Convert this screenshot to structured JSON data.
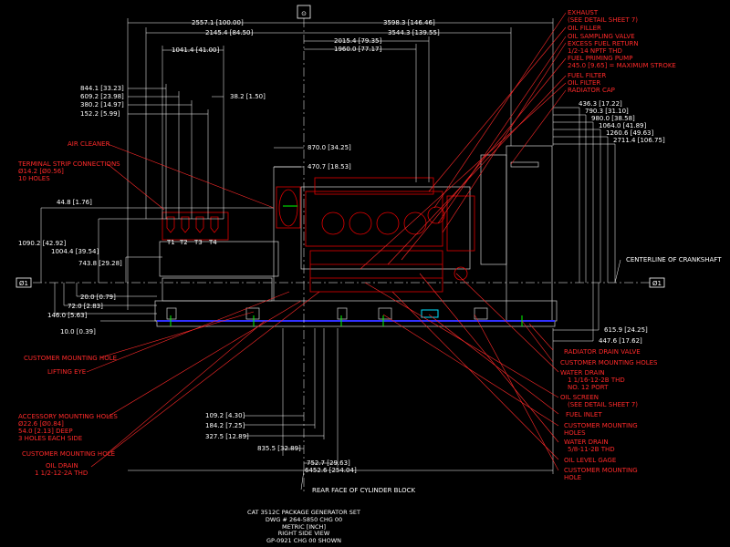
{
  "colors": {
    "background": "#000000",
    "dimension": "#ffffff",
    "callout": "#ff2a2a",
    "engine": "#e00000",
    "outline": "#d0d0d0",
    "baseline": "#3030ff",
    "accent_green": "#00ff00",
    "accent_cyan": "#00e0ff"
  },
  "axis_markers": {
    "top": "⊙",
    "left": "Ø1",
    "right": "Ø1"
  },
  "top_dims": {
    "d1": "2557.1 [100.00]",
    "d2": "3598.3 [146.46]",
    "d3": "2145.4 [84.50]",
    "d4": "3544.3 [139.55]",
    "d5": "2015.4 [79.35]",
    "d6": "1960.0 [77.17]",
    "d7": "1041.4 [41.00]"
  },
  "left_small_dims": {
    "d1": "844.1 [33.23]",
    "d2": "609.2 [23.98]",
    "d3": "380.2 [14.97]",
    "d4": "152.2 [5.99]",
    "d5": "38.2 [1.50]"
  },
  "mid_dims": {
    "d1": "870.0 [34.25]",
    "d2": "470.7 [18.53]"
  },
  "left_vert_dims": {
    "d1": "44.8 [1.76]",
    "d2": "1090.2 [42.92]",
    "d3": "1004.4 [39.54]",
    "d4": "743.8 [29.28]",
    "d5": "20.0 [0.79]",
    "d6": "72.0 [2.83]",
    "d7": "146.0 [5.63]",
    "d8": "10.0 [0.39]"
  },
  "right_vert_dims": {
    "d1": "436.3 [17.22]",
    "d2": "790.3 [31.10]",
    "d3": "980.0 [38.58]",
    "d4": "1064.0 [41.89]",
    "d5": "1260.6 [49.63]",
    "d6": "2711.4 [106.75]",
    "d7": "615.9 [24.25]",
    "d8": "447.6 [17.62]"
  },
  "bottom_dims": {
    "d1": "109.2 [4.30]",
    "d2": "184.2 [7.25]",
    "d3": "327.5 [12.89]",
    "d4": "835.5 [32.89]",
    "d5": "752.7 [29.63]",
    "d6": "6452.6 [254.04]"
  },
  "terminals": [
    "T1",
    "T2",
    "T3",
    "T4"
  ],
  "left_callouts": {
    "air_cleaner": "AIR CLEANER",
    "terminal_1": "TERMINAL STRIP CONNECTIONS",
    "terminal_2": "Ø14.2 [Ø0.56]",
    "terminal_3": "10 HOLES",
    "mounting_hole_1": "CUSTOMER MOUNTING HOLE",
    "lifting_eye": "LIFTING EYE",
    "accessory_1": "ACCESSORY MOUNTING HOLES",
    "accessory_2": "Ø22.6 [Ø0.84]",
    "accessory_3": "54.0 [2.13] DEEP",
    "accessory_4": "3 HOLES EACH SIDE",
    "mounting_hole_2": "CUSTOMER MOUNTING HOLE",
    "oil_drain_1": "OIL DRAIN",
    "oil_drain_2": "1 1/2-12-2A THD"
  },
  "right_callouts": {
    "exhaust_1": "EXHAUST",
    "exhaust_2": "(SEE DETAIL SHEET 7)",
    "oil_filler": "OIL FILLER",
    "oil_sampling": "OIL SAMPLING VALVE",
    "excess_fuel_1": "EXCESS FUEL RETURN",
    "excess_fuel_2": "1/2-14 NPTF THD",
    "fuel_priming_1": "FUEL PRIMING PUMP",
    "fuel_priming_2": "245.0 [9.65] = MAXIMUM STROKE",
    "fuel_filter": "FUEL FILTER",
    "oil_filter": "OIL FILTER",
    "radiator_cap": "RADIATOR CAP",
    "crankshaft": "CENTERLINE OF CRANKSHAFT",
    "radiator_drain": "RADIATOR DRAIN VALVE",
    "mounting_holes": "CUSTOMER MOUNTING HOLES",
    "water_drain1_1": "WATER DRAIN",
    "water_drain1_2": "1 1/16-12-2B THD",
    "water_drain1_3": "NO. 12 PORT",
    "oil_screen_1": "OIL SCREEN",
    "oil_screen_2": "(SEE DETAIL SHEET 7)",
    "fuel_inlet": "FUEL INLET",
    "mounting2_1": "CUSTOMER MOUNTING",
    "mounting2_2": "HOLES",
    "water_drain2_1": "WATER DRAIN",
    "water_drain2_2": "5/8-11-2B THD",
    "oil_level": "OIL LEVEL GAGE",
    "mounting3_1": "CUSTOMER MOUNTING",
    "mounting3_2": "HOLE"
  },
  "rear_face": "REAR FACE OF CYLINDER BLOCK",
  "title_block": {
    "line1": "CAT 3512C PACKAGE GENERATOR SET",
    "line2": "DWG # 264-5850 CHG 00",
    "line3": "METRIC [INCH]",
    "line4": "RIGHT SIDE VIEW",
    "line5": "GP-0921 CHG 00 SHOWN"
  }
}
